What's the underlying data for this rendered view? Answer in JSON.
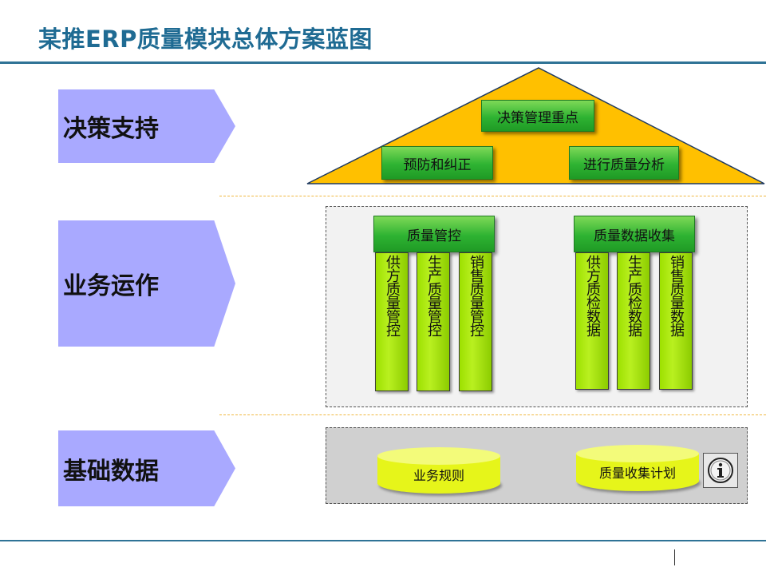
{
  "title": "某推ERP质量模块总体方案蓝图",
  "layers": {
    "decision": "决策支持",
    "operation": "业务运作",
    "foundation": "基础数据"
  },
  "roof": {
    "top": "决策管理重点",
    "left": "预防和纠正",
    "right": "进行质量分析"
  },
  "groups": [
    {
      "header": "质量管控",
      "pillars": [
        "供方质量管控",
        "生产质量管控",
        "销售质量管控"
      ]
    },
    {
      "header": "质量数据收集",
      "pillars": [
        "供方质检数据",
        "生产质检数据",
        "销售质量数据"
      ]
    }
  ],
  "foundation_items": [
    "业务规则",
    "质量收集计划"
  ],
  "icons": {
    "info": "info-icon"
  },
  "colors": {
    "title": "#1f6b93",
    "chevron": "#a9a9ff",
    "roof": "#ffc000",
    "green": "#2eb332",
    "pillar": "#a8e800",
    "cylinder": "#e6f51a"
  }
}
